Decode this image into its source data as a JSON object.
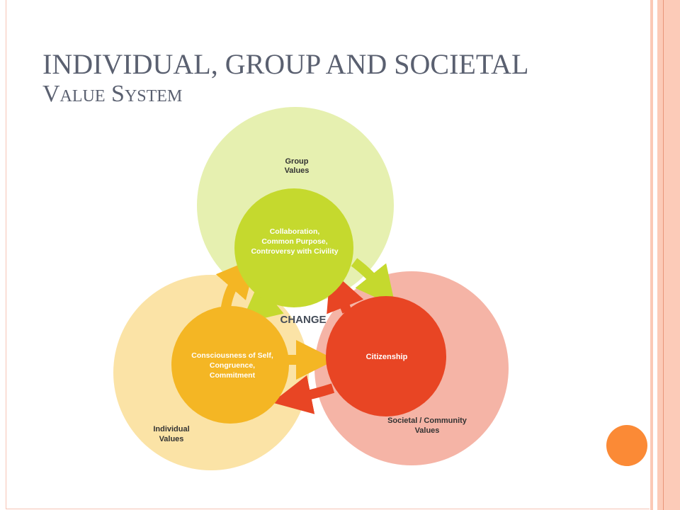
{
  "slide": {
    "title_line1": "INDIVIDUAL, GROUP AND SOCIETAL",
    "title_line2": "Value System"
  },
  "diagram": {
    "center_label": "CHANGE",
    "group": {
      "outer": [
        "Group",
        "Values"
      ],
      "inner": [
        "Collaboration,",
        "Common Purpose,",
        "Controversy with Civility"
      ]
    },
    "individual": {
      "outer": [
        "Individual",
        "Values"
      ],
      "inner": [
        "Consciousness of Self,",
        "Congruence,",
        "Commitment"
      ]
    },
    "societal": {
      "outer": [
        "Societal / Community",
        "Values"
      ],
      "inner": [
        "Citizenship"
      ]
    }
  },
  "colors": {
    "group_outer": "#e6f0b0",
    "group_inner": "#c5d92e",
    "individual_outer": "#fbe3a6",
    "individual_inner": "#f4b624",
    "societal_outer": "#f5b4a6",
    "societal_inner": "#e84524",
    "accent_dot": "#fb8a36"
  }
}
